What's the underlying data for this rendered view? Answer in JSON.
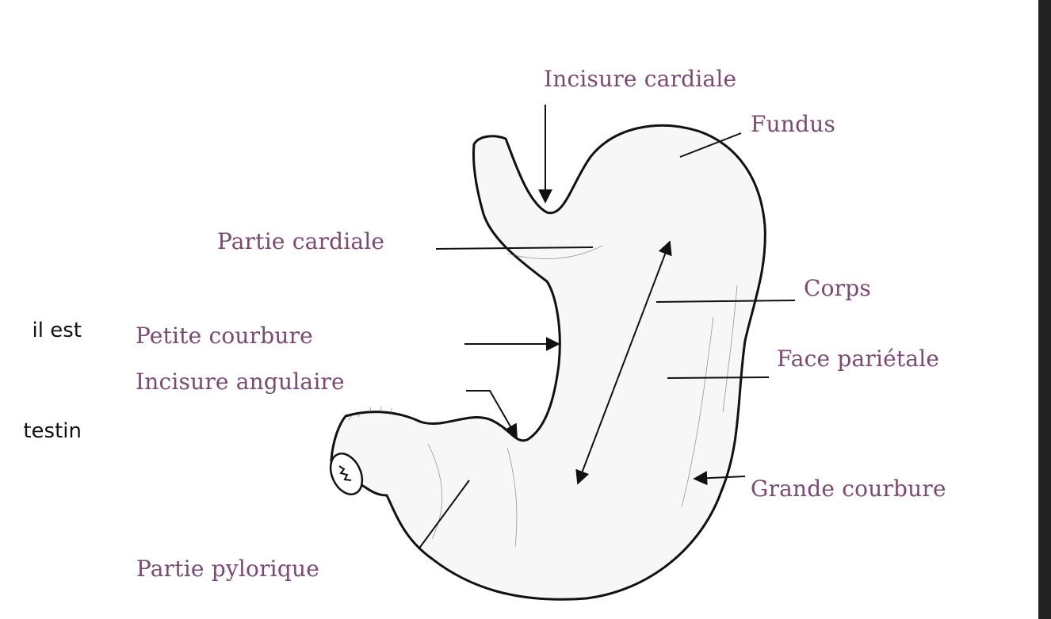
{
  "slide_text": {
    "fragment_1": "il est",
    "fragment_2": "testin"
  },
  "diagram": {
    "labels": {
      "incisure_cardiale": "Incisure cardiale",
      "fundus": "Fundus",
      "partie_cardiale": "Partie cardiale",
      "corps": "Corps",
      "petite_courbure": "Petite courbure",
      "face_parietale": "Face pariétale",
      "incisure_angulaire": "Incisure angulaire",
      "grande_courbure": "Grande courbure",
      "partie_pylorique": "Partie pylorique"
    },
    "label_color": "#7a4a72"
  }
}
